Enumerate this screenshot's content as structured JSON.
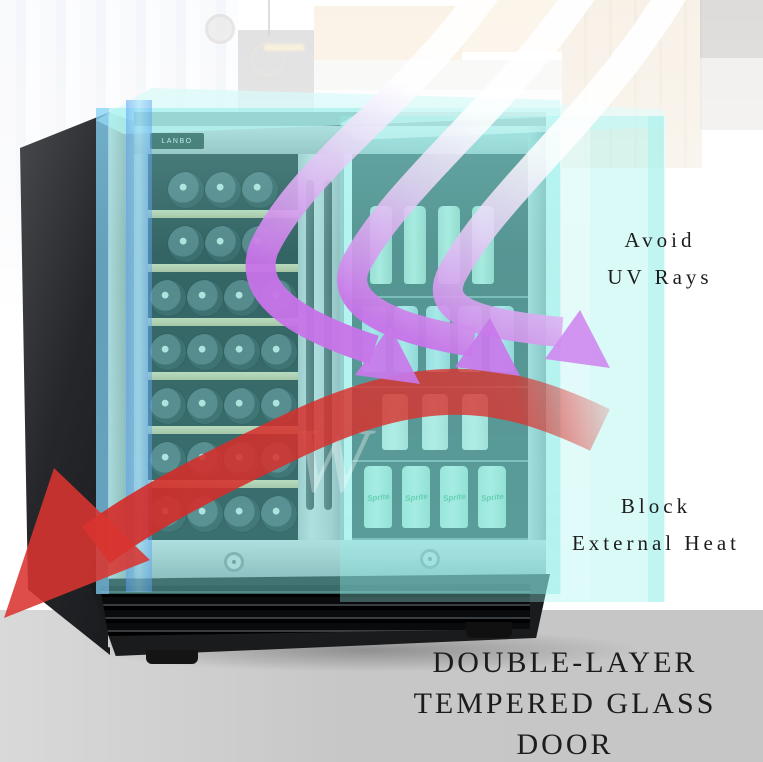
{
  "scene": {
    "brand_label": "LANBO",
    "watermark": "W"
  },
  "annotations": {
    "uv": {
      "line1": "Avoid",
      "line2": "UV Rays"
    },
    "heat": {
      "line1": "Block",
      "line2": "External Heat"
    }
  },
  "caption": {
    "line1": "DOUBLE-LAYER",
    "line2": "TEMPERED GLASS DOOR"
  },
  "products": {
    "can_label": "Sprite"
  },
  "colors": {
    "uv_arrow": "#c873e8",
    "heat_arrow": "#dc3430",
    "glass": "#7fe3de",
    "glass_edge": "#6db6f2",
    "floor": "#c7c7c7",
    "text": "#1c1c1c"
  }
}
